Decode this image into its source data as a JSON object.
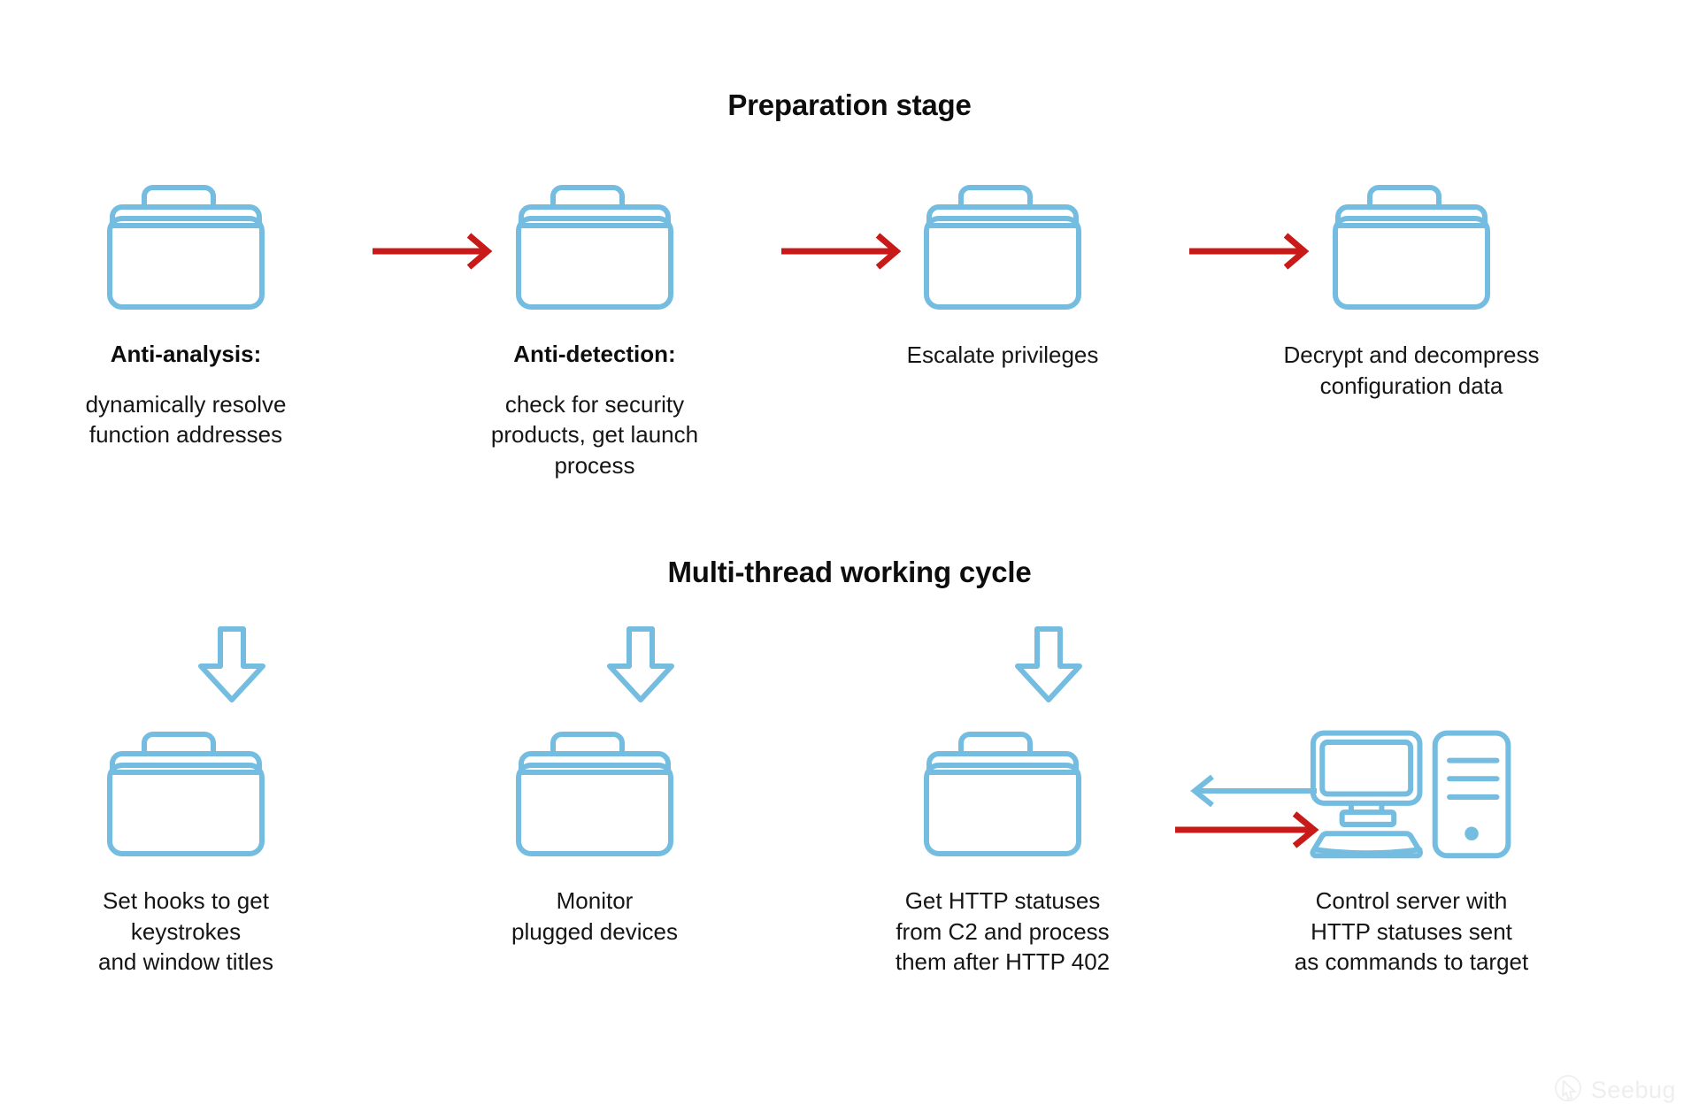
{
  "colors": {
    "icon_blue": "#74bde0",
    "arrow_red": "#c81a19",
    "arrow_blue": "#74bde0",
    "text": "#111111",
    "background": "#ffffff"
  },
  "sections": {
    "preparation": {
      "title": "Preparation stage",
      "steps": [
        {
          "icon": "folder-icon",
          "heading": "Anti-analysis:",
          "label": "dynamically resolve\nfunction addresses"
        },
        {
          "icon": "folder-icon",
          "heading": "Anti-detection:",
          "label": "check for security\nproducts, get launch\nprocess"
        },
        {
          "icon": "folder-icon",
          "heading": "",
          "label": "Escalate privileges"
        },
        {
          "icon": "folder-icon",
          "heading": "",
          "label": "Decrypt and decompress\nconfiguration data"
        }
      ],
      "connectors": [
        {
          "type": "arrow-right",
          "color": "#c81a19"
        },
        {
          "type": "arrow-right",
          "color": "#c81a19"
        },
        {
          "type": "arrow-right",
          "color": "#c81a19"
        }
      ]
    },
    "cycle": {
      "title": "Multi-thread working cycle",
      "steps": [
        {
          "icon": "folder-icon",
          "entry_arrow": "arrow-down-icon",
          "label": "Set hooks to get\nkeystrokes\nand window titles"
        },
        {
          "icon": "folder-icon",
          "entry_arrow": "arrow-down-icon",
          "label": "Monitor\nplugged devices"
        },
        {
          "icon": "folder-icon",
          "entry_arrow": "arrow-down-icon",
          "label": "Get HTTP statuses\nfrom C2 and process\nthem after HTTP 402"
        },
        {
          "icon": "computer-server-icon",
          "entry_arrow": "",
          "label": "Control server with\nHTTP statuses sent\nas commands to target"
        }
      ],
      "connectors": [
        {
          "type": "arrow-left",
          "color": "#74bde0"
        },
        {
          "type": "arrow-right",
          "color": "#c81a19"
        }
      ]
    }
  },
  "watermark": {
    "text": "Seebug",
    "icon": "seebug-cursor-icon"
  }
}
